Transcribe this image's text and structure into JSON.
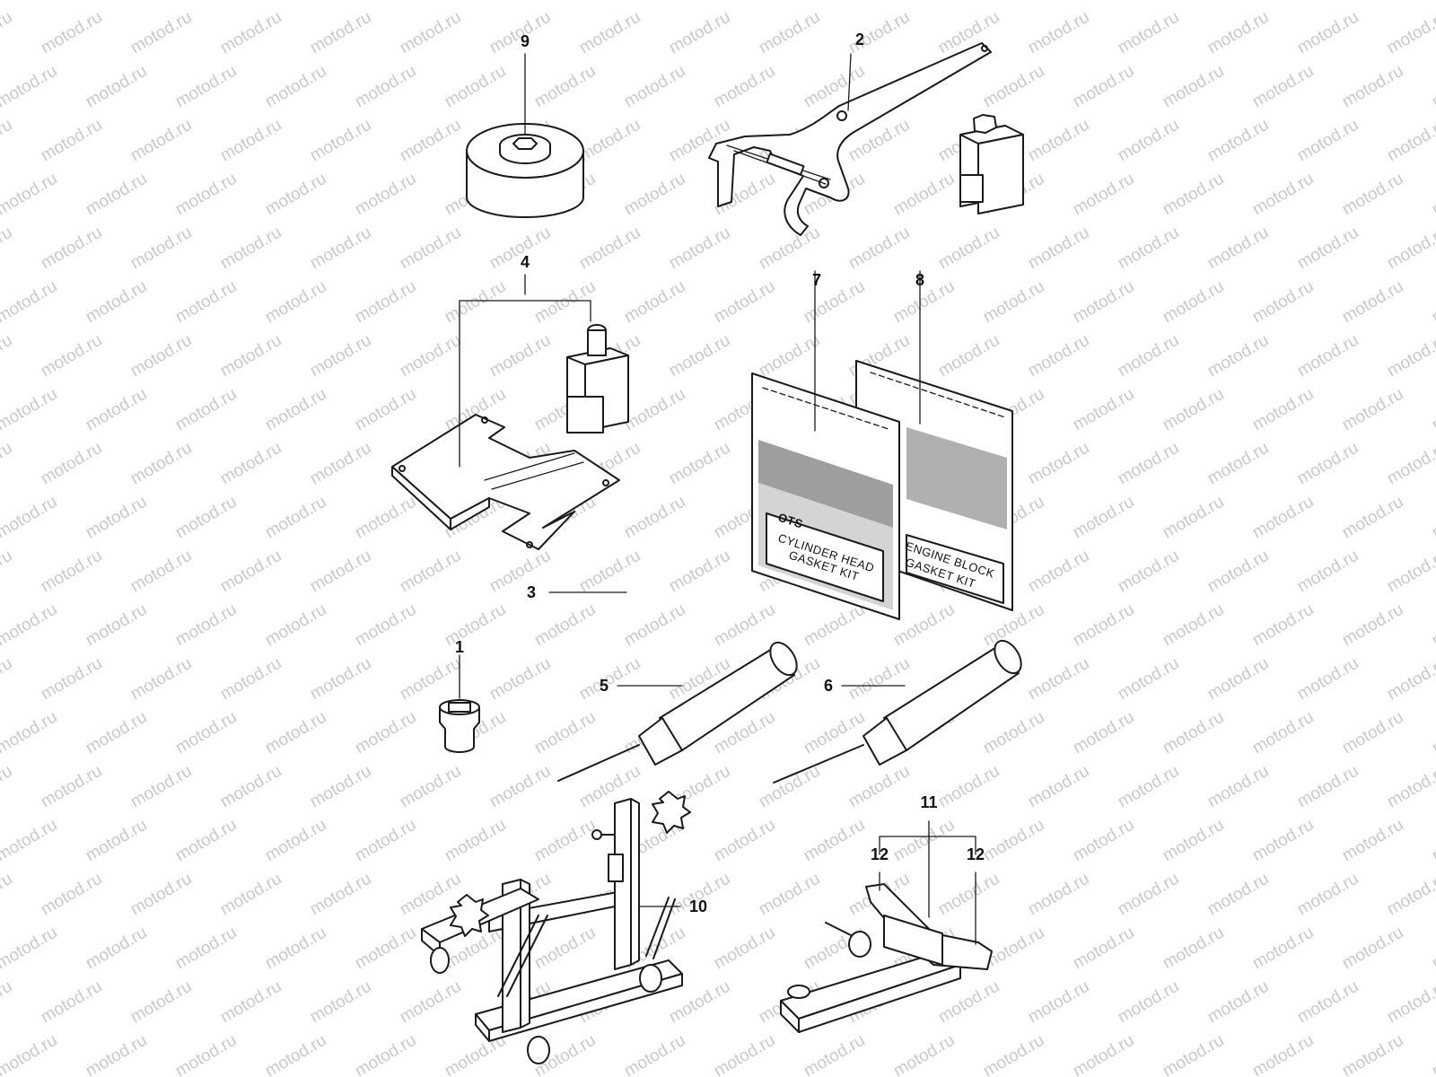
{
  "watermark": {
    "text": "motod.ru",
    "color": "#c9c9c9"
  },
  "callouts": [
    {
      "id": "9",
      "label": "9"
    },
    {
      "id": "2",
      "label": "2"
    },
    {
      "id": "4",
      "label": "4"
    },
    {
      "id": "7",
      "label": "7"
    },
    {
      "id": "8",
      "label": "8"
    },
    {
      "id": "3",
      "label": "3"
    },
    {
      "id": "1",
      "label": "1"
    },
    {
      "id": "5",
      "label": "5"
    },
    {
      "id": "6",
      "label": "6"
    },
    {
      "id": "11",
      "label": "11"
    },
    {
      "id": "12a",
      "label": "12"
    },
    {
      "id": "12b",
      "label": "12"
    },
    {
      "id": "10",
      "label": "10"
    }
  ],
  "bags": {
    "left": {
      "logo": "OTS",
      "line1": "CYLINDER HEAD",
      "line2": "GASKET KIT"
    },
    "right": {
      "line1": "ENGINE BLOCK",
      "line2": "GASKET KIT"
    }
  }
}
